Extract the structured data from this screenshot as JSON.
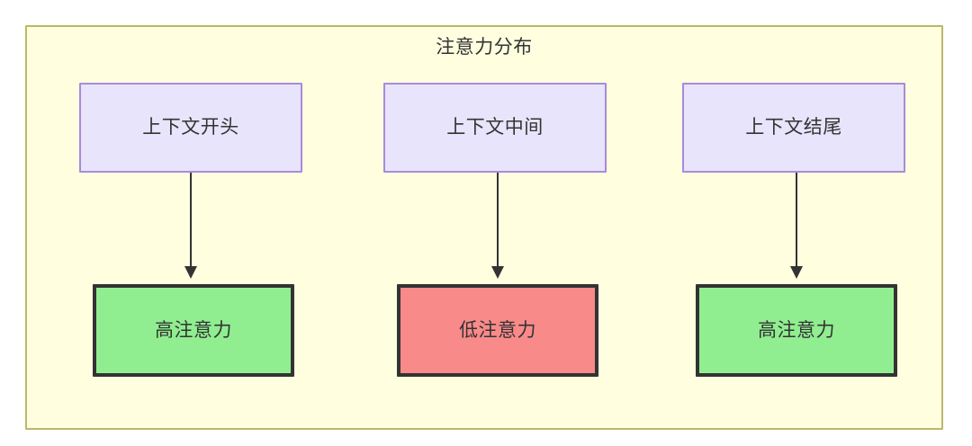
{
  "diagram": {
    "title": "注意力分布",
    "background_color": "#ffffff",
    "container": {
      "fill": "#ffffe0",
      "stroke": "#bdb76b"
    },
    "context_nodes": [
      {
        "label": "上下文开头",
        "fill": "#e8e4fb",
        "stroke": "#a78bdb"
      },
      {
        "label": "上下文中间",
        "fill": "#e8e4fb",
        "stroke": "#a78bdb"
      },
      {
        "label": "上下文结尾",
        "fill": "#e8e4fb",
        "stroke": "#a78bdb"
      }
    ],
    "attention_nodes": [
      {
        "label": "高注意力",
        "fill": "#90ee90",
        "stroke": "#333333"
      },
      {
        "label": "低注意力",
        "fill": "#f98a8a",
        "stroke": "#333333"
      },
      {
        "label": "高注意力",
        "fill": "#90ee90",
        "stroke": "#333333"
      }
    ],
    "edges": [
      {
        "from": "上下文开头",
        "to": "高注意力",
        "color": "#333333"
      },
      {
        "from": "上下文中间",
        "to": "低注意力",
        "color": "#333333"
      },
      {
        "from": "上下文结尾",
        "to": "高注意力",
        "color": "#333333"
      }
    ]
  }
}
